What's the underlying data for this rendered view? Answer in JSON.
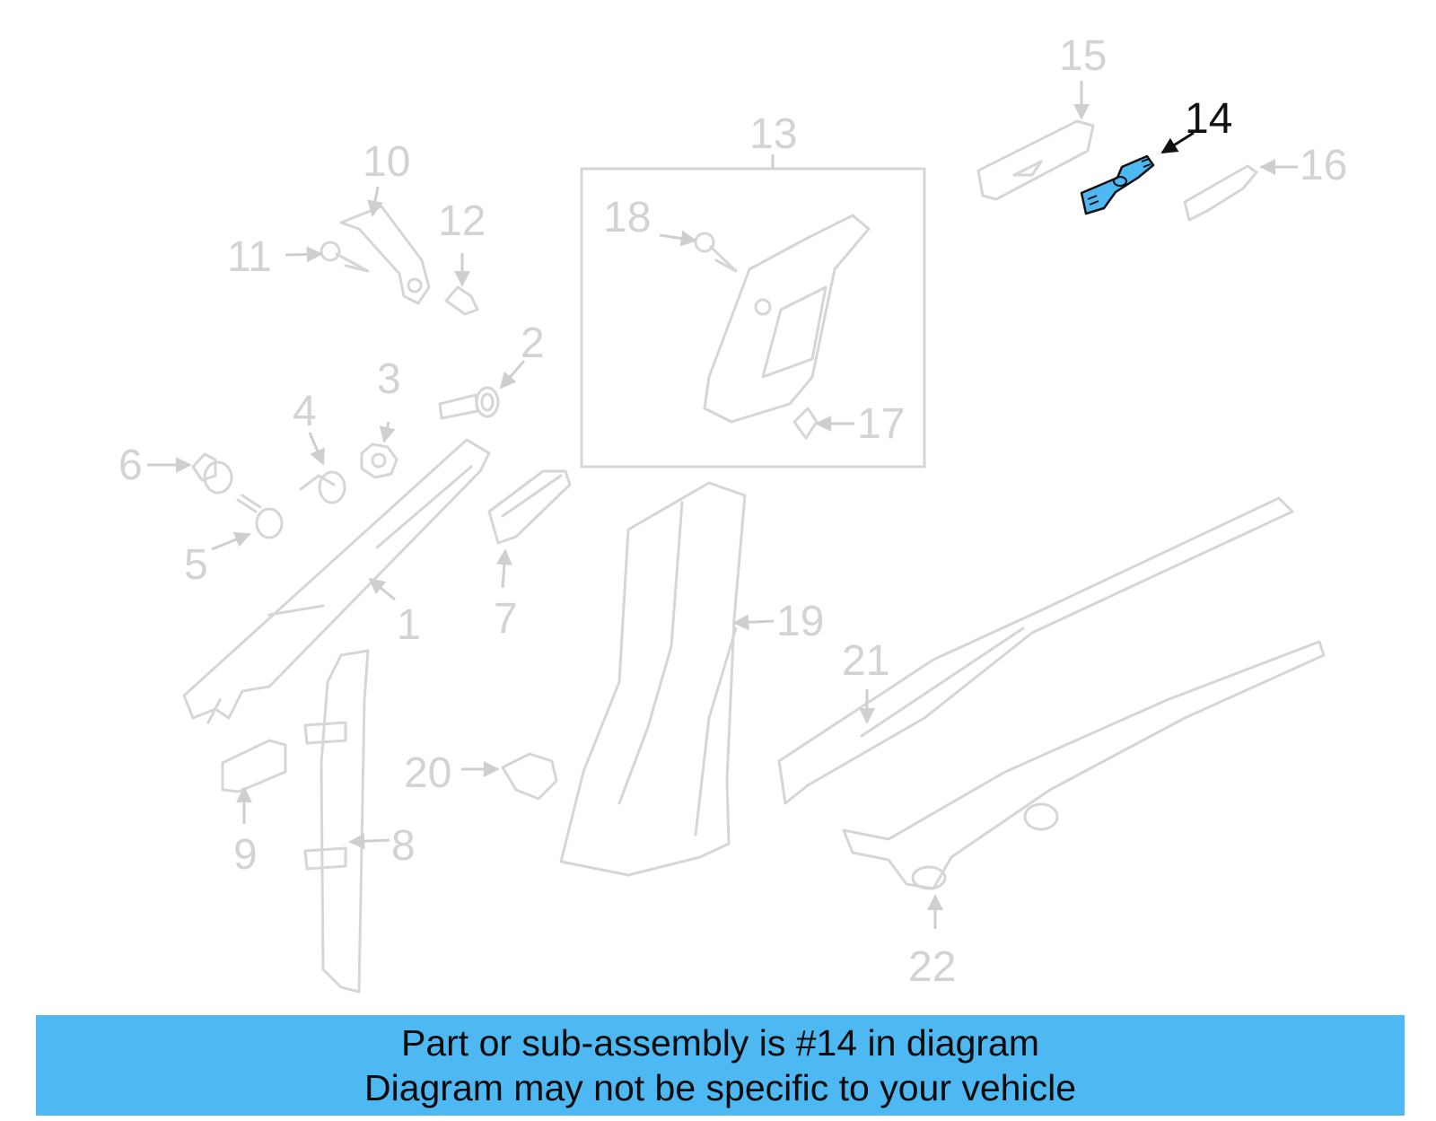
{
  "highlight_color": "#4db8f2",
  "highlighted_part": "14",
  "callouts": [
    "1",
    "2",
    "3",
    "4",
    "5",
    "6",
    "7",
    "8",
    "9",
    "10",
    "11",
    "12",
    "13",
    "14",
    "15",
    "16",
    "17",
    "18",
    "19",
    "20",
    "21",
    "22"
  ],
  "banner": {
    "line1": "Part or sub-assembly is #14 in diagram",
    "line2": "Diagram may not be specific to your vehicle"
  }
}
